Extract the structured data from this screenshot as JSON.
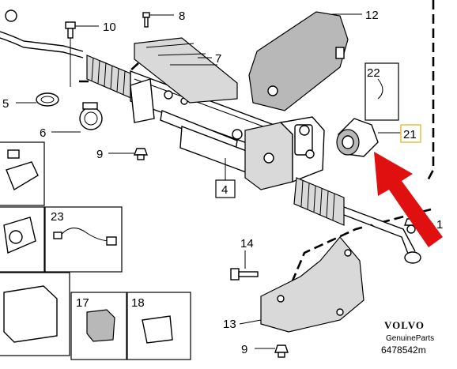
{
  "diagram": {
    "brand": "VOLVO",
    "brand_sub": "GenuineParts",
    "part_number": "6478542m",
    "callouts": [
      {
        "id": "c10",
        "label": "10"
      },
      {
        "id": "c8",
        "label": "8"
      },
      {
        "id": "c12",
        "label": "12"
      },
      {
        "id": "c7",
        "label": "7"
      },
      {
        "id": "c5",
        "label": "5"
      },
      {
        "id": "c6",
        "label": "6"
      },
      {
        "id": "c9a",
        "label": "9"
      },
      {
        "id": "c4",
        "label": "4"
      },
      {
        "id": "c22",
        "label": "22"
      },
      {
        "id": "c21",
        "label": "21"
      },
      {
        "id": "c1",
        "label": "1"
      },
      {
        "id": "c23",
        "label": "23"
      },
      {
        "id": "c14",
        "label": "14"
      },
      {
        "id": "c17",
        "label": "17"
      },
      {
        "id": "c18",
        "label": "18"
      },
      {
        "id": "c13",
        "label": "13"
      },
      {
        "id": "c9b",
        "label": "9"
      }
    ]
  },
  "colors": {
    "arrow": "#e01010",
    "highlight_box": "#e6c23a",
    "line": "#000000"
  }
}
